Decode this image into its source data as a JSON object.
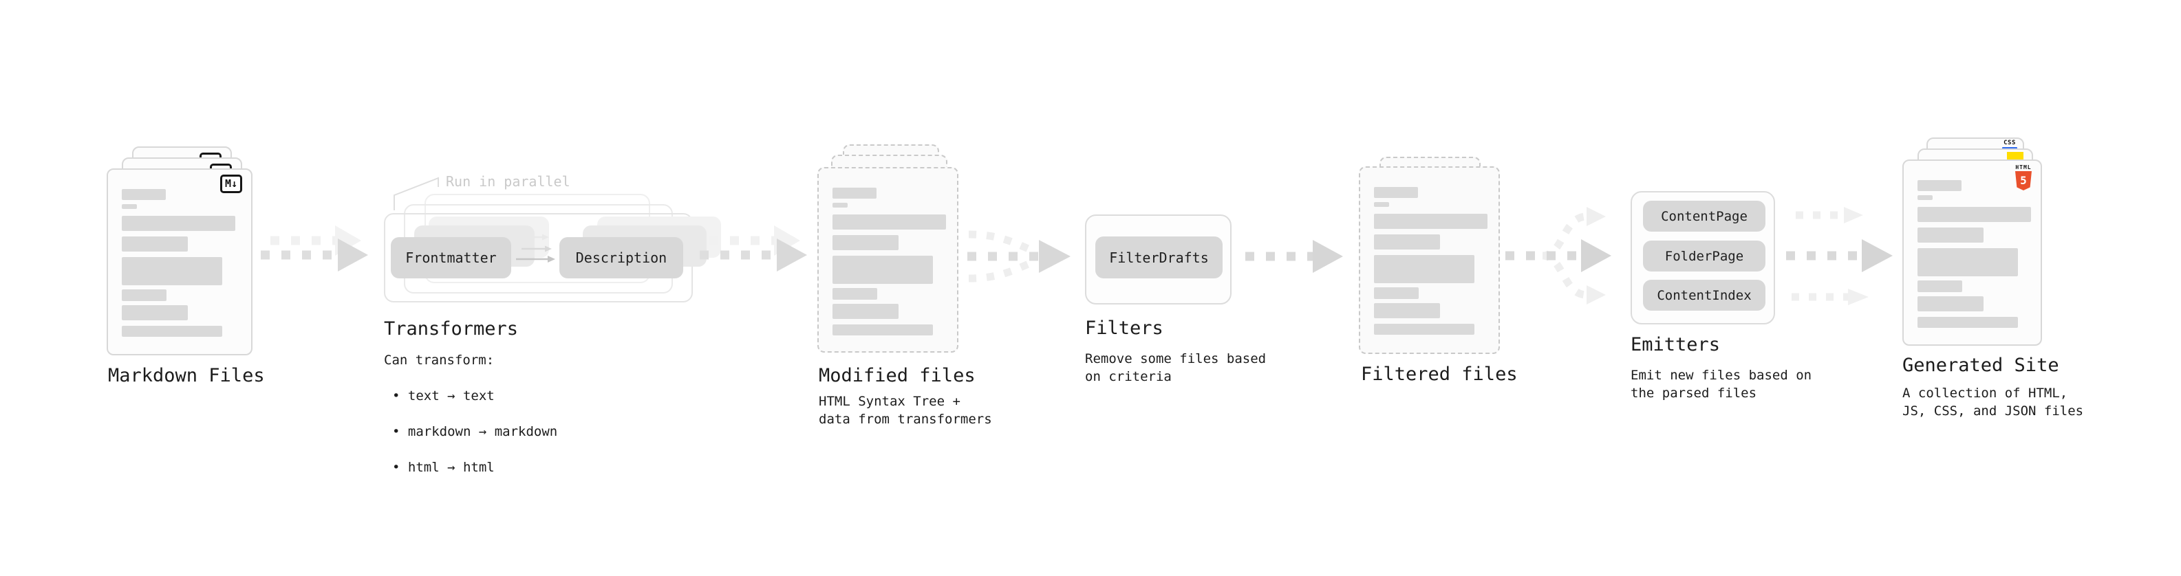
{
  "stages": {
    "markdown": {
      "title": "Markdown Files"
    },
    "transformers": {
      "title": "Transformers",
      "note": "Run in parallel",
      "steps": [
        "Frontmatter",
        "Description"
      ],
      "heading": "Can transform:",
      "bullets": [
        "• text → text",
        "• markdown → markdown",
        "• html → html"
      ]
    },
    "modified": {
      "title": "Modified files",
      "subtitle": "HTML Syntax Tree +\ndata from transformers"
    },
    "filters": {
      "title": "Filters",
      "button": "FilterDrafts",
      "subtitle": "Remove some files based\non criteria"
    },
    "filtered": {
      "title": "Filtered files"
    },
    "emitters": {
      "title": "Emitters",
      "buttons": [
        "ContentPage",
        "FolderPage",
        "ContentIndex"
      ],
      "subtitle": "Emit new files based on\nthe parsed files"
    },
    "generated": {
      "title": "Generated Site",
      "subtitle": "A collection of HTML,\nJS, CSS, and JSON files"
    }
  },
  "icons": {
    "markdown_badge": "M↓",
    "html5_label": "HTML",
    "html5_digit": "5",
    "css_label": "CSS"
  },
  "colors": {
    "html5_orange": "#e9502c",
    "js_yellow": "#ffdd00",
    "css_blue": "#2f6bf0",
    "bar_gray": "#d9d9d9",
    "note_gray": "#c9c9c9",
    "arrow_dark": "#d9d9d9",
    "arrow_light": "#efefef"
  }
}
